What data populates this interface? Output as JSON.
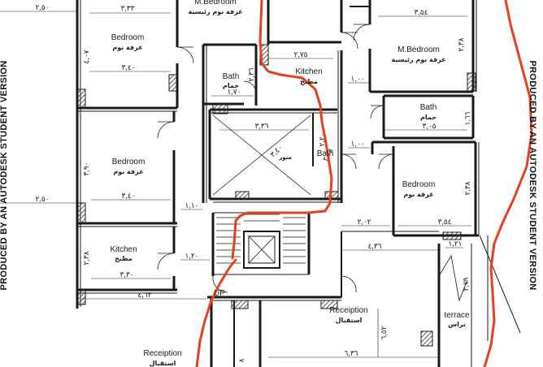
{
  "watermark": {
    "left": "PRODUCED BY AN AUTODESK STUDENT VERSION",
    "right": "PRODUCED BY AN AUTODESK STUDENT VERSION"
  },
  "rooms": {
    "m_bedroom_top": {
      "en": "M.Bedroom",
      "ar": "غرفة نوم رئيسية"
    },
    "bedroom_tl": {
      "en": "Bedroom",
      "ar": "غرفة نوم"
    },
    "bedroom_ml": {
      "en": "Bedroom",
      "ar": "غرفة نوم"
    },
    "kitchen_l": {
      "en": "Kitchen",
      "ar": "مطبخ"
    },
    "bath_c": {
      "en": "Bath",
      "ar": "حمام"
    },
    "kitchen_c": {
      "en": "Kitchen",
      "ar": "مطبخ"
    },
    "m_bedroom_r": {
      "en": "M.Bedroom",
      "ar": "غرفة نوم رئيسية"
    },
    "bath_r": {
      "en": "Bath",
      "ar": "حمام"
    },
    "bath_center": {
      "en": "Bath"
    },
    "bedroom_r": {
      "en": "Bedroom",
      "ar": "غرفة نوم"
    },
    "reception_c": {
      "en": "Receiption",
      "ar": "استقبال"
    },
    "reception_bl": {
      "en": "Receiption",
      "ar": "استقبال"
    },
    "terrace": {
      "en": "terrace",
      "ar": "تراس"
    },
    "shaft": {
      "ar": "منور"
    },
    "up": "UP"
  },
  "dims": {
    "d1": "٢,٥٠",
    "d2": "٣,٣٣",
    "d3": "٤,٠٧",
    "d4": "٣,٤٠",
    "d5": "٣,٩٠",
    "d6": "٢,٥٠",
    "d7": "٣,٤٠",
    "d8": "٢,٣٨",
    "d9": "٣,٣٠",
    "d10": "١,١٠",
    "d11": "١,٢٠",
    "d12": "٤,٦٢",
    "d13": "٢,٧٥",
    "d14": "١,٧٠",
    "d15": "٢,٣٦",
    "d16": "٣,٣٦",
    "d17": "٣,٤٠",
    "d18": "٢,٢٠",
    "d19": "٢,٠٨",
    "d20": "٣,٥٤",
    "d21": "٢,٣٨",
    "d22": "١,٠٠",
    "d23": "١,٦٦",
    "d24": "٣,٠٥",
    "d25": "١,٠٠",
    "d26": "٣,٥٤",
    "d27": "٢,٣٨",
    "d28": "٢,٠٢",
    "d29": "٤,٣٦",
    "d30": "١,٢١",
    "d31": "٢,٧٩",
    "d32": "٦,٥٢",
    "d33": "٦,٣٦",
    "d34": "٨"
  },
  "colors": {
    "wall": "#1a1a1a",
    "markup": "#e8401c",
    "hatch": "#555555"
  }
}
